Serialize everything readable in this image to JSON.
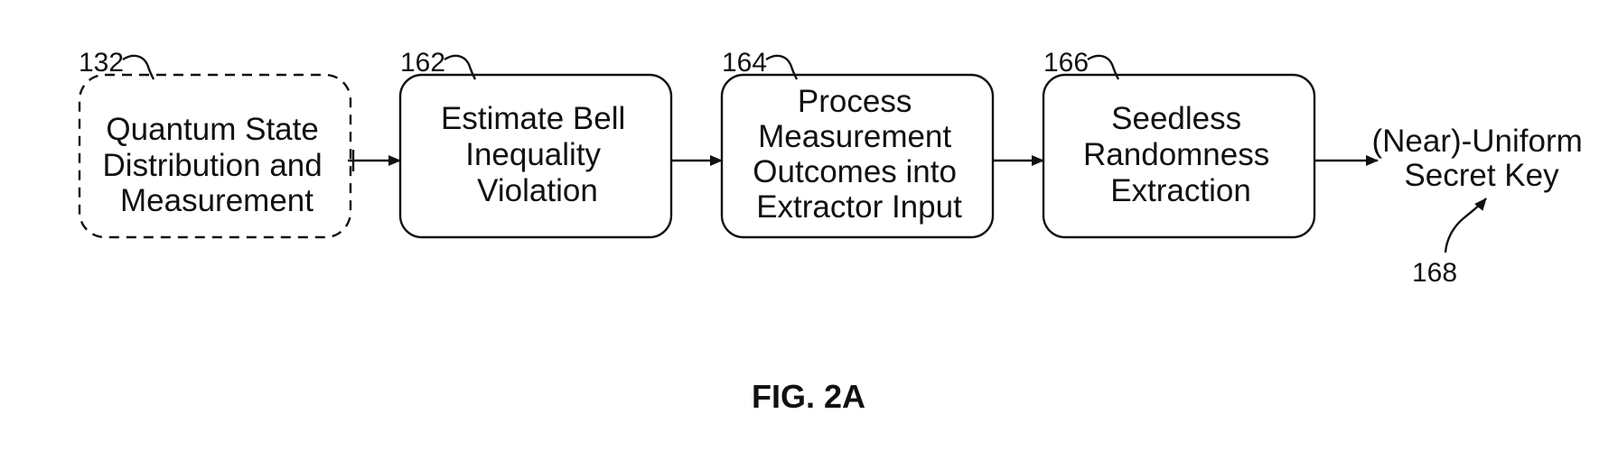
{
  "diagram": {
    "steps": [
      {
        "ref": "132",
        "lines": [
          "Quantum State",
          "Distribution and",
          "Measurement"
        ],
        "style": "dashed"
      },
      {
        "ref": "162",
        "lines": [
          "Estimate Bell",
          "Inequality",
          "Violation"
        ],
        "style": "solid"
      },
      {
        "ref": "164",
        "lines": [
          "Process",
          "Measurement",
          "Outcomes into",
          "Extractor Input"
        ],
        "style": "solid"
      },
      {
        "ref": "166",
        "lines": [
          "Seedless",
          "Randomness",
          "Extraction"
        ],
        "style": "solid"
      }
    ],
    "output": {
      "ref": "168",
      "lines": [
        "(Near)-Uniform",
        "Secret Key"
      ]
    },
    "caption": "FIG. 2A"
  }
}
